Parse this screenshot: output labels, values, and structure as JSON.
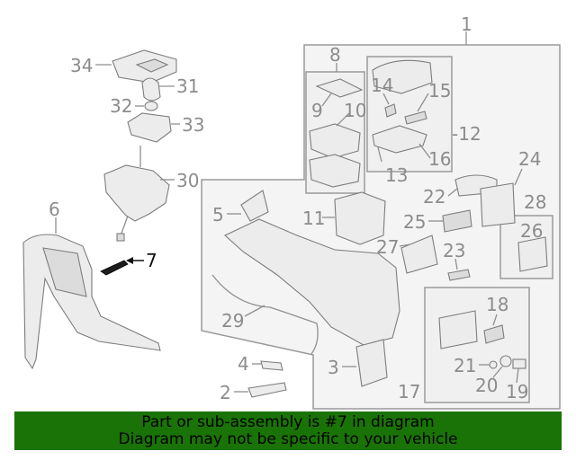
{
  "diagram": {
    "highlight_color": "#1a7306",
    "callout_color": "#8c8c8c",
    "callouts": {
      "c1": "1",
      "c2": "2",
      "c3": "3",
      "c4": "4",
      "c5": "5",
      "c6": "6",
      "c7": "7",
      "c8": "8",
      "c9": "9",
      "c10": "10",
      "c11": "11",
      "c12": "-12",
      "c13": "13",
      "c14": "14",
      "c15": "15",
      "c16": "16",
      "c17": "17",
      "c18": "18",
      "c19": "19",
      "c20": "20",
      "c21": "21",
      "c22": "22",
      "c23": "23",
      "c24": "24",
      "c25": "25",
      "c26": "26",
      "c27": "27",
      "c28": "28",
      "c29": "29",
      "c30": "30",
      "c31": "31",
      "c32": "32",
      "c33": "33",
      "c34": "34"
    }
  },
  "footer": {
    "line1": "Part or sub-assembly is #7 in diagram",
    "line2": "Diagram may not be specific to your vehicle"
  }
}
